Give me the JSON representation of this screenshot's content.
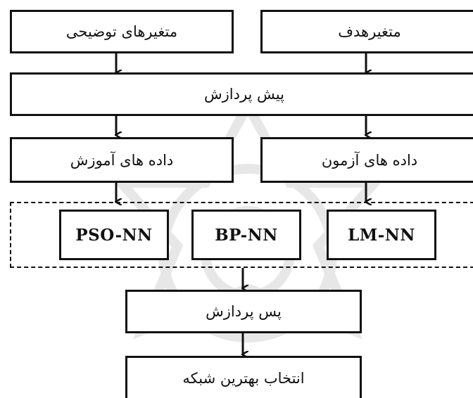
{
  "nodes": {
    "explanatory_variables": "متغیرهای توضیحی",
    "target_variable": "متغیرهدف",
    "preprocessing": "پیش پردازش",
    "training_data": "داده های آموزش",
    "test_data": "داده های آزمون",
    "model_pso": "PSO-NN",
    "model_bp": "BP-NN",
    "model_lm": "LM-NN",
    "postprocessing": "پس پردازش",
    "best_network": "انتخاب بهترین شبکه"
  }
}
